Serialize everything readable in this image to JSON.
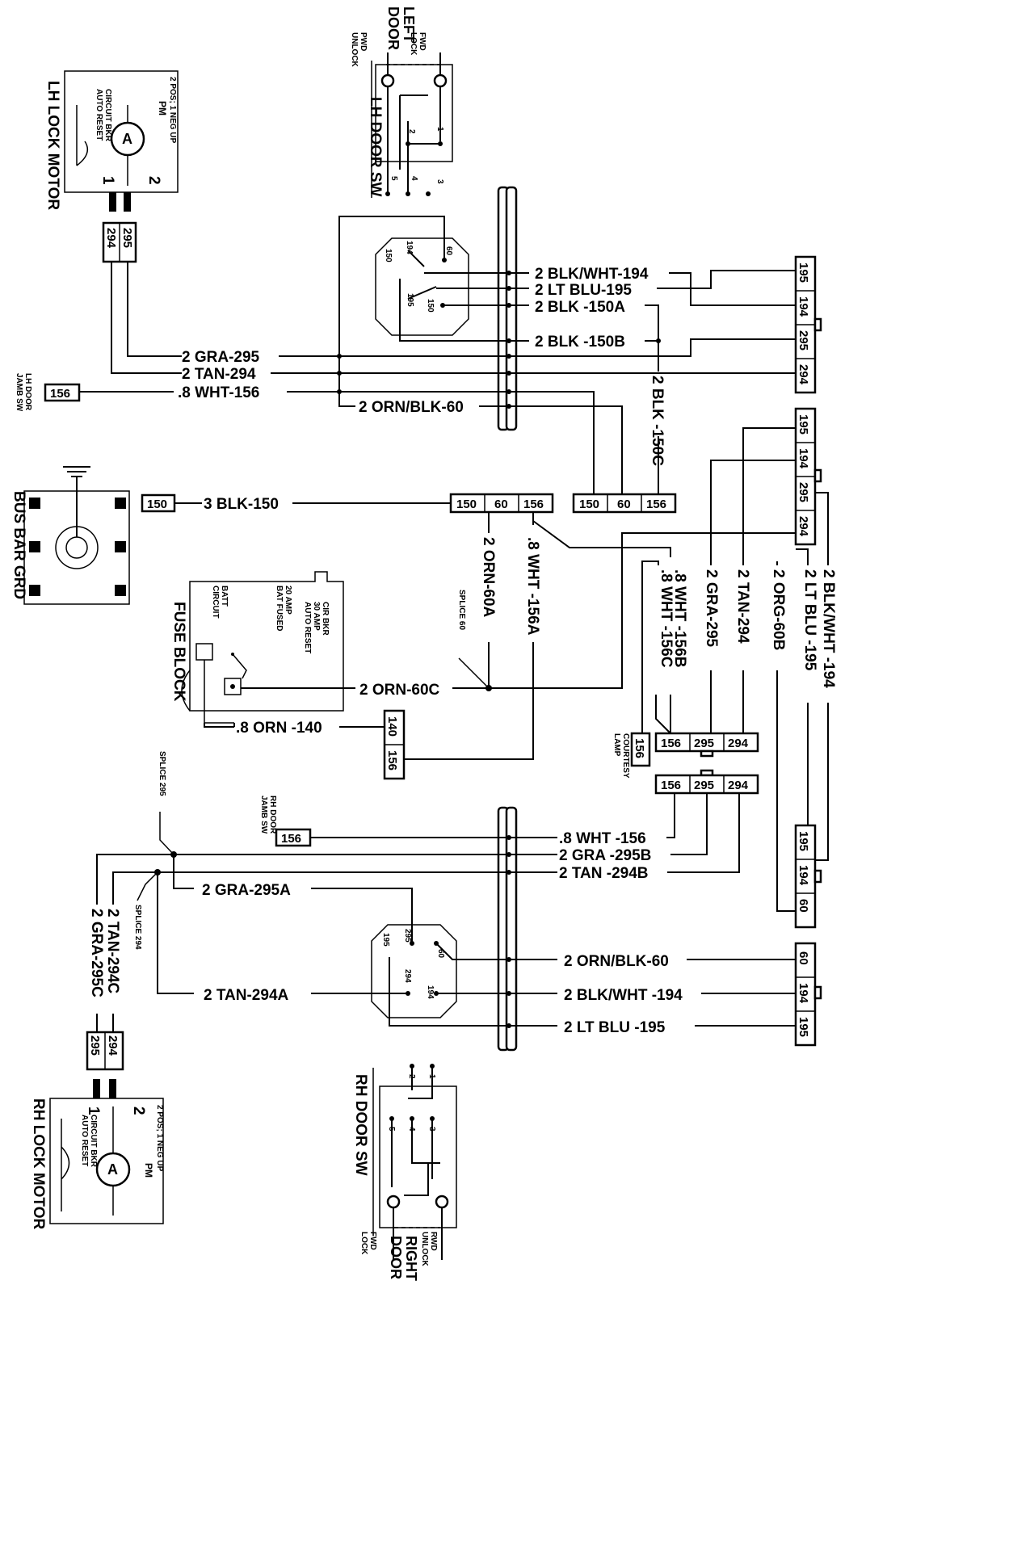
{
  "components": {
    "left_door_title": [
      "LEFT",
      "DOOR"
    ],
    "left_door_lock": [
      "FWD",
      "LOCK"
    ],
    "left_door_unlock": [
      "PWD",
      "UNLOCK"
    ],
    "lh_door_sw": "LH DOOR SW",
    "lh_lock_motor": "LH LOCK MOTOR",
    "lh_motor_notes": [
      "2 POS; 1 NEG UP",
      "PM",
      "CIRCUIT BKR",
      "AUTO RESET"
    ],
    "motor_symbol": "A",
    "lh_door_jamb": [
      "LH DOOR",
      "JAMB SW"
    ],
    "bus_bar_grd": "BUS BAR GRD",
    "fuse_block": "FUSE BLOCK",
    "fuse_notes_cb": [
      "CIR BKR",
      "30 AMP",
      "AUTO RESET"
    ],
    "fuse_notes_fused": [
      "20 AMP",
      "BAT FUSED"
    ],
    "fuse_notes_batt": [
      "BATT",
      "CIRCUIT"
    ],
    "splice_60": "SPLICE 60",
    "splice_295": "SPLICE 295",
    "splice_294": "SPLICE 294",
    "courtesy_lamp": [
      "COURTESY",
      "LAMP"
    ],
    "rh_door_jamb": [
      "RH DOOR",
      "JAMB SW"
    ],
    "rh_door_sw": "RH DOOR SW",
    "rh_lock_motor": "RH LOCK MOTOR",
    "rh_motor_notes": [
      "2 POS; 1 NEG   UP",
      "PM",
      "CIRCUIT BKR",
      "AUTO RESET"
    ],
    "right_door_title": [
      "RIGHT",
      "DOOR"
    ],
    "right_door_lock": [
      "FWD",
      "LOCK"
    ],
    "right_door_unlock": [
      "RWD",
      "UNLOCK"
    ]
  },
  "switch_terminals": {
    "lh": [
      "1",
      "2",
      "3",
      "4",
      "5"
    ],
    "rh": [
      "1",
      "2",
      "3",
      "4",
      "5"
    ],
    "lh_switch_pins": [
      "60",
      "194",
      "150",
      "195",
      "150"
    ],
    "rh_switch_pins": [
      "195",
      "295",
      "60",
      "294",
      "194"
    ],
    "motor_pins": [
      "1",
      "2"
    ]
  },
  "connectors": {
    "lh_motor_conn": [
      "295",
      "294"
    ],
    "lh_jamb": "156",
    "bus_150": "150",
    "center_conn": [
      "150",
      "60",
      "156"
    ],
    "right_conn": [
      "150",
      "60",
      "156"
    ],
    "right_top_conn": [
      "195",
      "194",
      "295",
      "294"
    ],
    "right_mid_conn": [
      "195",
      "194",
      "295",
      "294"
    ],
    "fuse_conn": [
      "140",
      "156"
    ],
    "courtesy_conn": "156",
    "courtesy_top_conn": [
      "156",
      "295",
      "294"
    ],
    "courtesy_bot_conn": [
      "156",
      "295",
      "294"
    ],
    "rh_jamb": "156",
    "right_low_conn": [
      "195",
      "194",
      "60"
    ],
    "right_bot_conn": [
      "60",
      "194",
      "195"
    ],
    "rh_motor_conn": [
      "294",
      "295"
    ]
  },
  "wires": {
    "blk_wht_194": "2  BLK/WHT-194",
    "lt_blu_195": "2  LT  BLU-195",
    "blk_150a": "2  BLK -150A",
    "blk_150b": "2  BLK -150B",
    "gra_295": "2  GRA-295",
    "tan_294": "2  TAN-294",
    "wht_156": ".8  WHT-156",
    "orn_blk_60": "2  ORN/BLK-60",
    "blk_150c": "2  BLK -150C",
    "blk_150": "3  BLK-150",
    "orn_60a": "2  ORN-60A",
    "wht_156a": ".8  WHT -156A",
    "wht_156b": ".8  WHT -156B",
    "wht_156c": ".8  WHT -156C",
    "gra_295_v": "2  GRA-295",
    "tan_294_v": "2  TAN-294",
    "org_60b": "2  ORG-60B",
    "lt_blu_195_v": "2  LT  BLU -195",
    "blk_wht_194_v": "2  BLK/WHT -194",
    "orn_60c": "2  ORN-60C",
    "orn_140": ".8  ORN -140",
    "wht_156_rh": ".8  WHT -156",
    "gra_295b": "2  GRA -295B",
    "tan_294b": "2  TAN -294B",
    "gra_295a": "2  GRA-295A",
    "tan_294a": "2  TAN-294A",
    "orn_blk_60_rh": "2  ORN/BLK-60",
    "blk_wht_194_rh": "2  BLK/WHT -194",
    "lt_blu_195_rh": "2  LT  BLU -195",
    "gra_295c": "2  GRA-295C",
    "tan_294c": "2  TAN-294C"
  }
}
